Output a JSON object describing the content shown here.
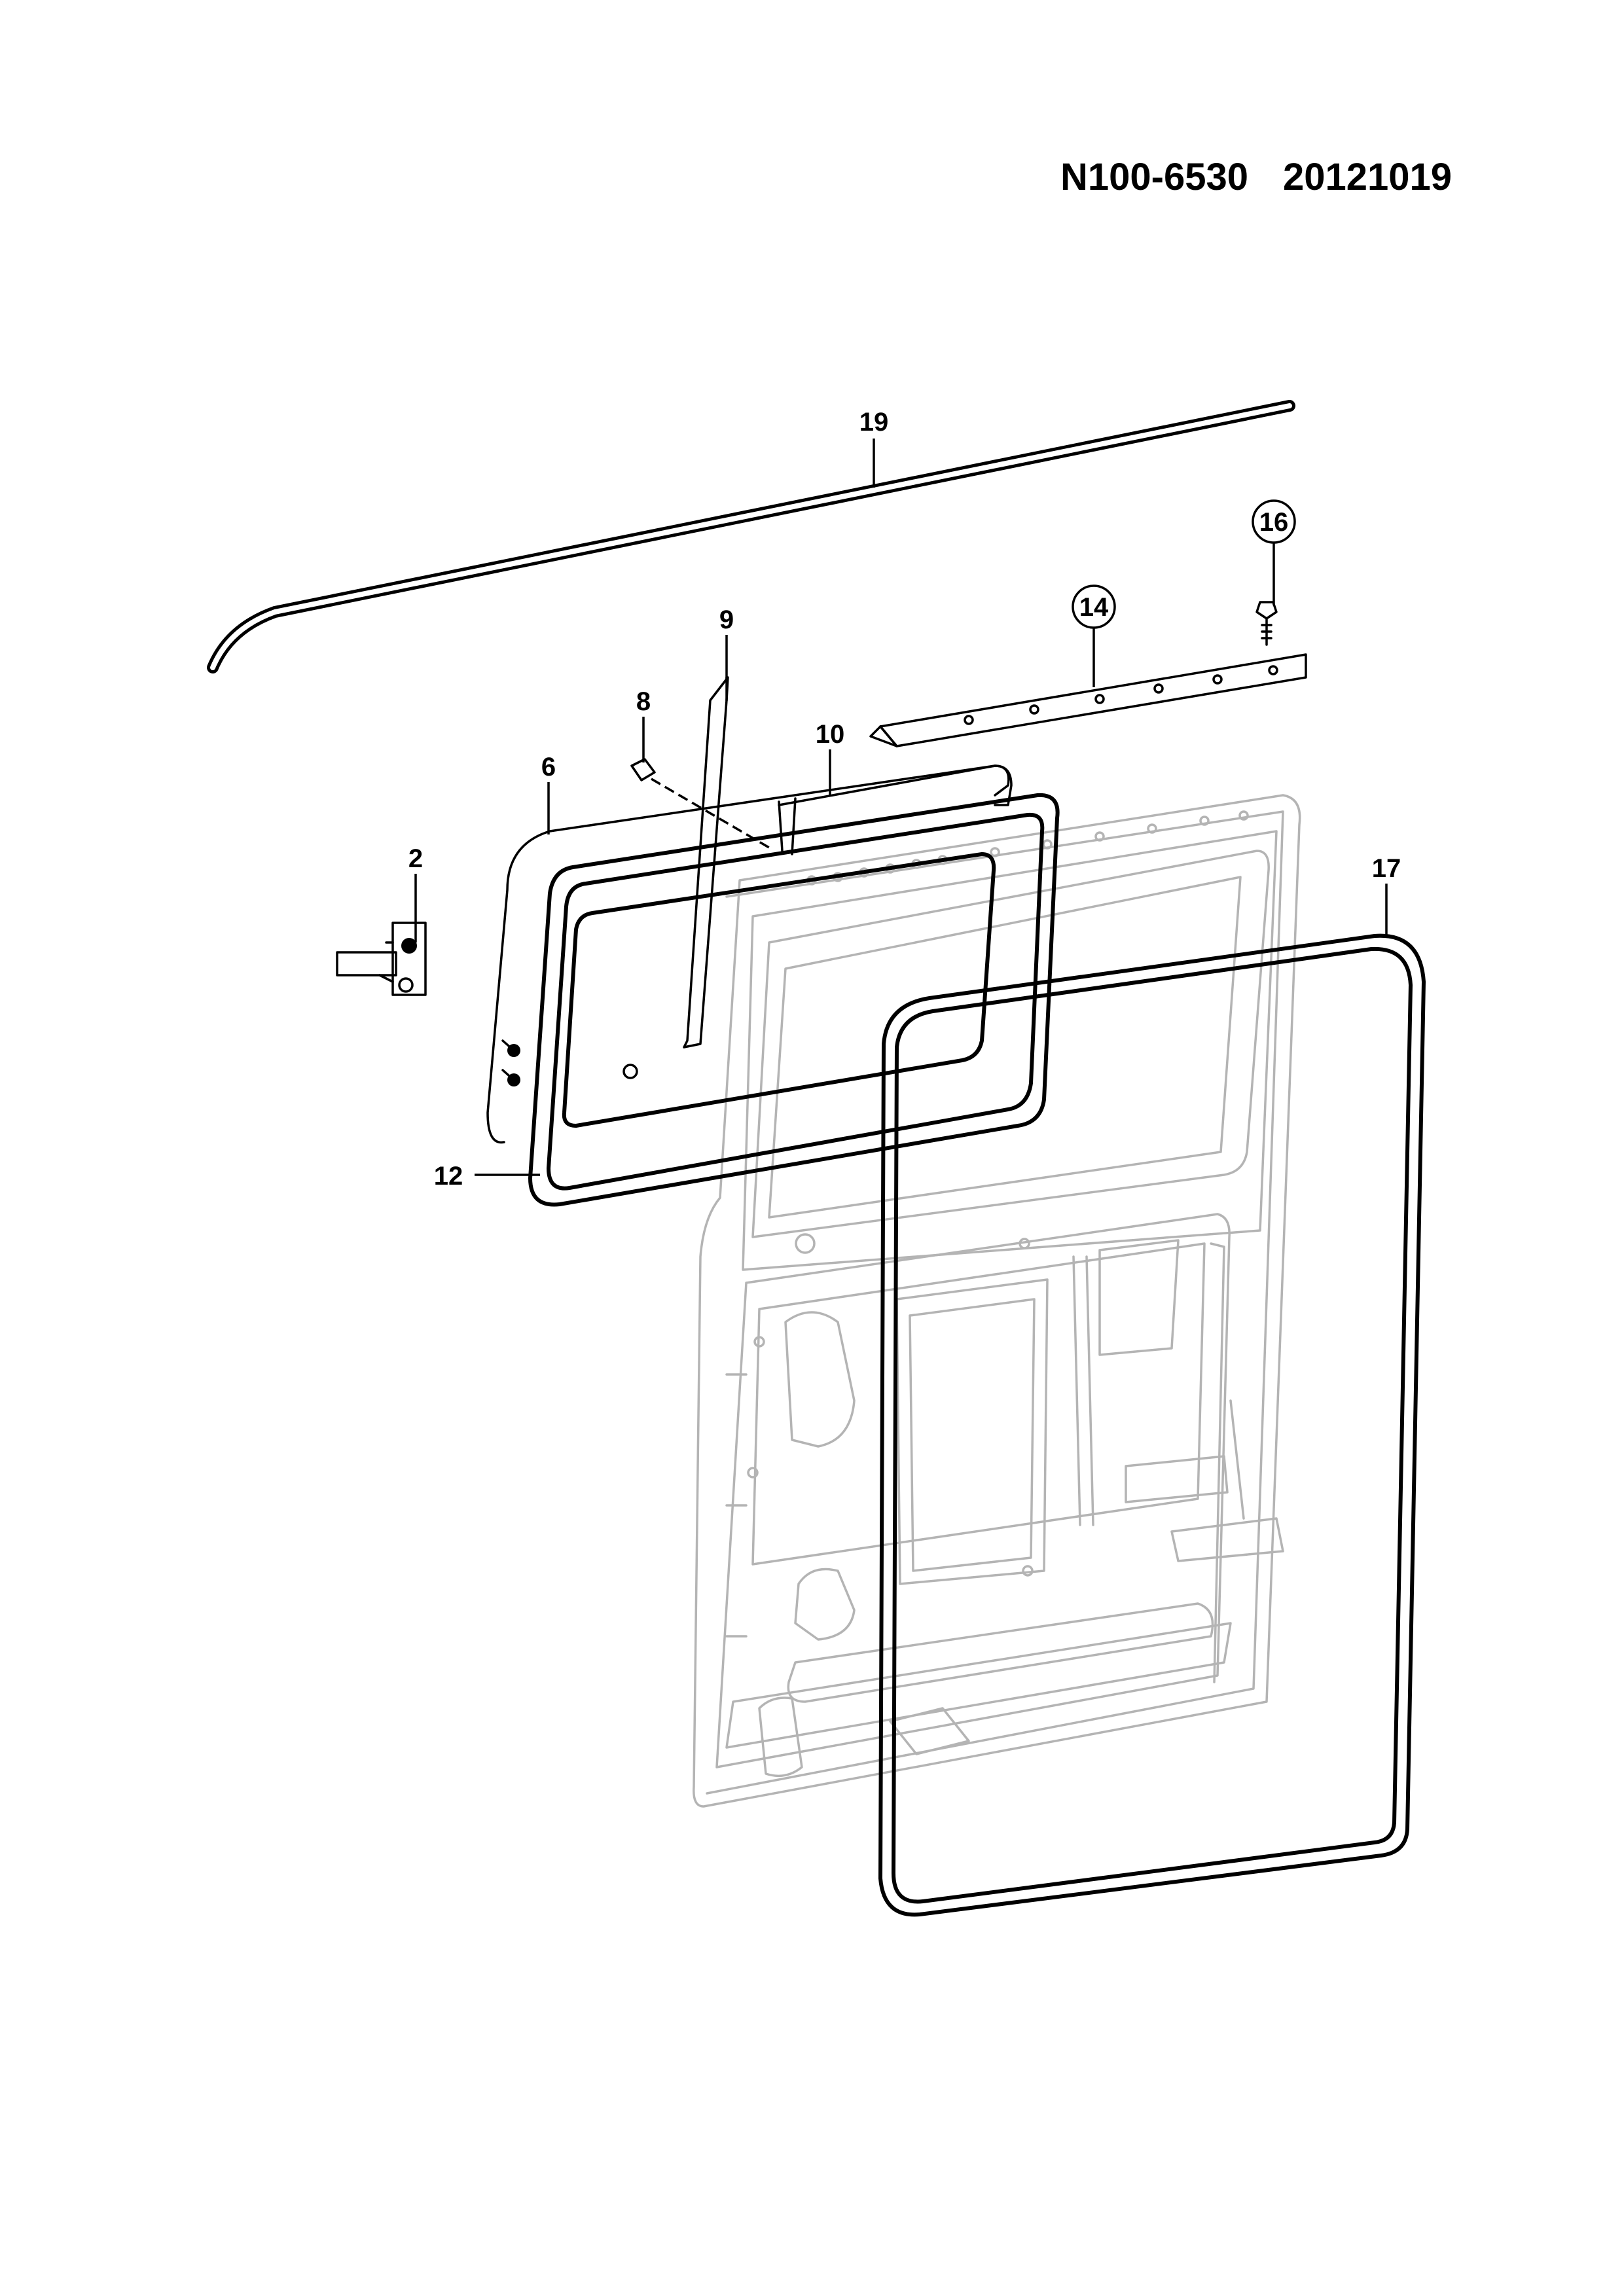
{
  "document": {
    "part_number": "N100-6530",
    "date_code": "20121019"
  },
  "callouts": [
    {
      "id": "c19",
      "label": "19",
      "circled": false
    },
    {
      "id": "c16",
      "label": "16",
      "circled": true
    },
    {
      "id": "c14",
      "label": "14",
      "circled": true
    },
    {
      "id": "c9",
      "label": "9",
      "circled": false
    },
    {
      "id": "c8",
      "label": "8",
      "circled": false
    },
    {
      "id": "c10",
      "label": "10",
      "circled": false
    },
    {
      "id": "c6",
      "label": "6",
      "circled": false
    },
    {
      "id": "c2",
      "label": "2",
      "circled": false
    },
    {
      "id": "c17",
      "label": "17",
      "circled": false
    },
    {
      "id": "c12",
      "label": "12",
      "circled": false
    }
  ],
  "colors": {
    "line": "#000000",
    "background_panel": "#b4b4b4",
    "paper": "#ffffff"
  }
}
